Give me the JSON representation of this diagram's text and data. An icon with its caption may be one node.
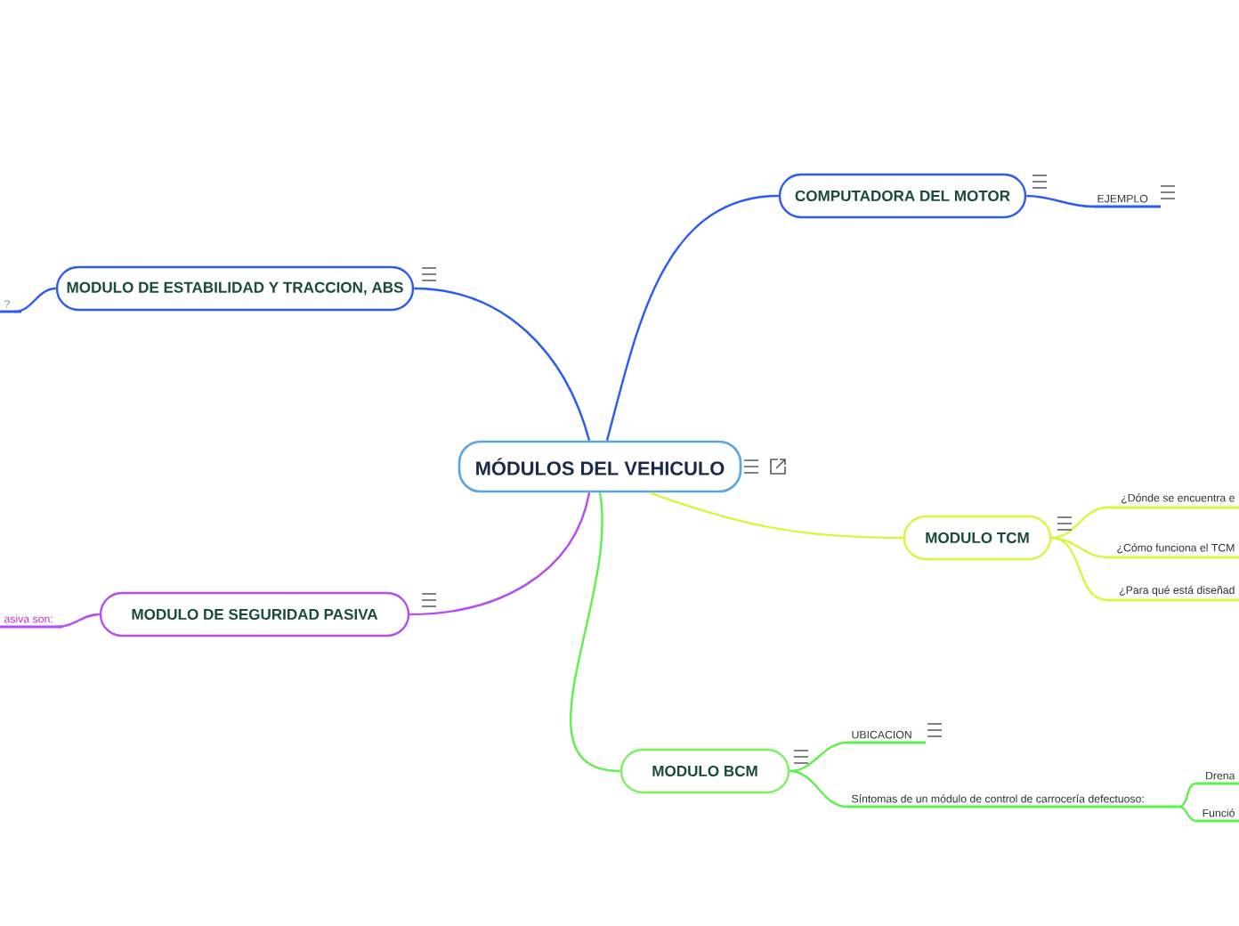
{
  "diagram": {
    "nodes": [
      {
        "text": [
          "MÓDULOS DEL VEHICULO"
        ]
      },
      {
        "text": [
          "COMPUTADORA DEL MOTOR"
        ]
      },
      {
        "text": [
          "EJEMPLO"
        ]
      },
      {
        "text": [
          "MODULO DE ESTABILIDAD Y TRACCION, ABS"
        ]
      },
      {
        "text": [
          "?"
        ]
      },
      {
        "text": [
          "MODULO TCM"
        ]
      },
      {
        "text": [
          "¿Dónde se encuentra e"
        ]
      },
      {
        "text": [
          "¿Cómo funciona el TCM"
        ]
      },
      {
        "text": [
          "¿Para qué está diseñad"
        ]
      },
      {
        "text": [
          "MODULO DE SEGURIDAD PASIVA"
        ]
      },
      {
        "text": [
          "asiva  son:"
        ]
      },
      {
        "text": [
          "MODULO BCM"
        ]
      },
      {
        "text": [
          "UBICACION"
        ]
      },
      {
        "text": [
          "Síntomas de un módulo de control de carrocería defectuoso:"
        ]
      },
      {
        "text": [
          "Drena"
        ]
      },
      {
        "text": [
          "Funció"
        ]
      }
    ],
    "edges": [
      {
        "from": 0,
        "to": 1,
        "arrow": "none",
        "color": "#2a5cf5"
      },
      {
        "from": 1,
        "to": 2,
        "arrow": "none",
        "color": "#2a5cf5"
      },
      {
        "from": 0,
        "to": 3,
        "arrow": "none",
        "color": "#2a5cf5"
      },
      {
        "from": 3,
        "to": 4,
        "arrow": "none",
        "color": "#2a5cf5"
      },
      {
        "from": 0,
        "to": 5,
        "arrow": "none",
        "color": "#d8f540"
      },
      {
        "from": 5,
        "to": 6,
        "arrow": "none",
        "color": "#d8f540"
      },
      {
        "from": 5,
        "to": 7,
        "arrow": "none",
        "color": "#d8f540"
      },
      {
        "from": 5,
        "to": 8,
        "arrow": "none",
        "color": "#d8f540"
      },
      {
        "from": 0,
        "to": 9,
        "arrow": "none",
        "color": "#b64cf2"
      },
      {
        "from": 9,
        "to": 10,
        "arrow": "none",
        "color": "#b64cf2"
      },
      {
        "from": 0,
        "to": 11,
        "arrow": "none",
        "color": "#5ef04c"
      },
      {
        "from": 11,
        "to": 12,
        "arrow": "none",
        "color": "#5ef04c"
      },
      {
        "from": 11,
        "to": 13,
        "arrow": "none",
        "color": "#5ef04c"
      },
      {
        "from": 13,
        "to": 14,
        "arrow": "none",
        "color": "#5ef04c"
      },
      {
        "from": 13,
        "to": 15,
        "arrow": "none",
        "color": "#5ef04c"
      }
    ]
  }
}
